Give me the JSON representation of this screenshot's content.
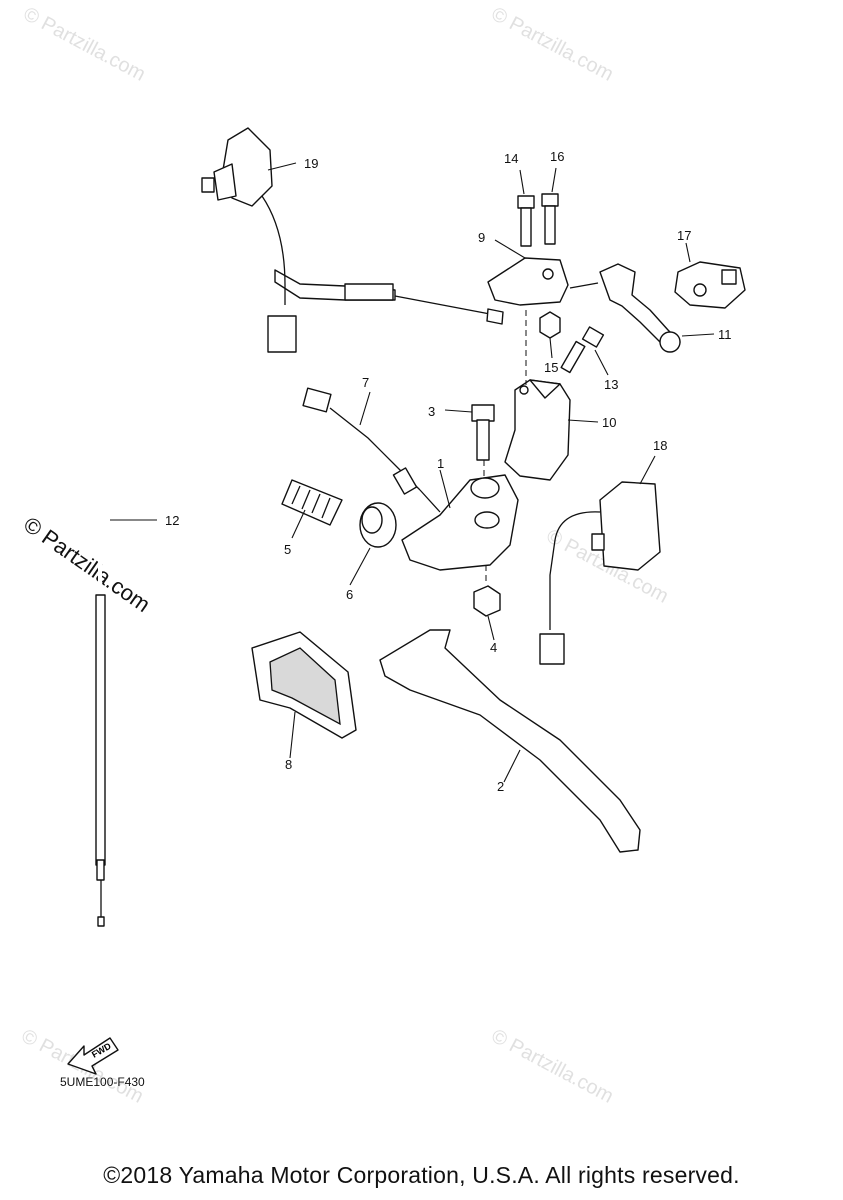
{
  "callouts": {
    "c1": "1",
    "c2": "2",
    "c3": "3",
    "c4": "4",
    "c5": "5",
    "c6": "6",
    "c7": "7",
    "c8": "8",
    "c9": "9",
    "c10": "10",
    "c11": "11",
    "c12": "12",
    "c13": "13",
    "c14": "14",
    "c15": "15",
    "c16": "16",
    "c17": "17",
    "c18": "18",
    "c19": "19"
  },
  "fwd_label": "FWD",
  "diagram_code": "5UME100-F430",
  "copyright": "©2018 Yamaha Motor Corporation, U.S.A. All rights reserved.",
  "watermarks": {
    "wm1": "© Partzilla.com",
    "wm2": "© Partzilla.com",
    "wm3": "© Partzilla.com",
    "wm4": "© Partzilla.com",
    "wm5": "© Partzilla.com",
    "wm_center": "© Partzilla.com"
  }
}
